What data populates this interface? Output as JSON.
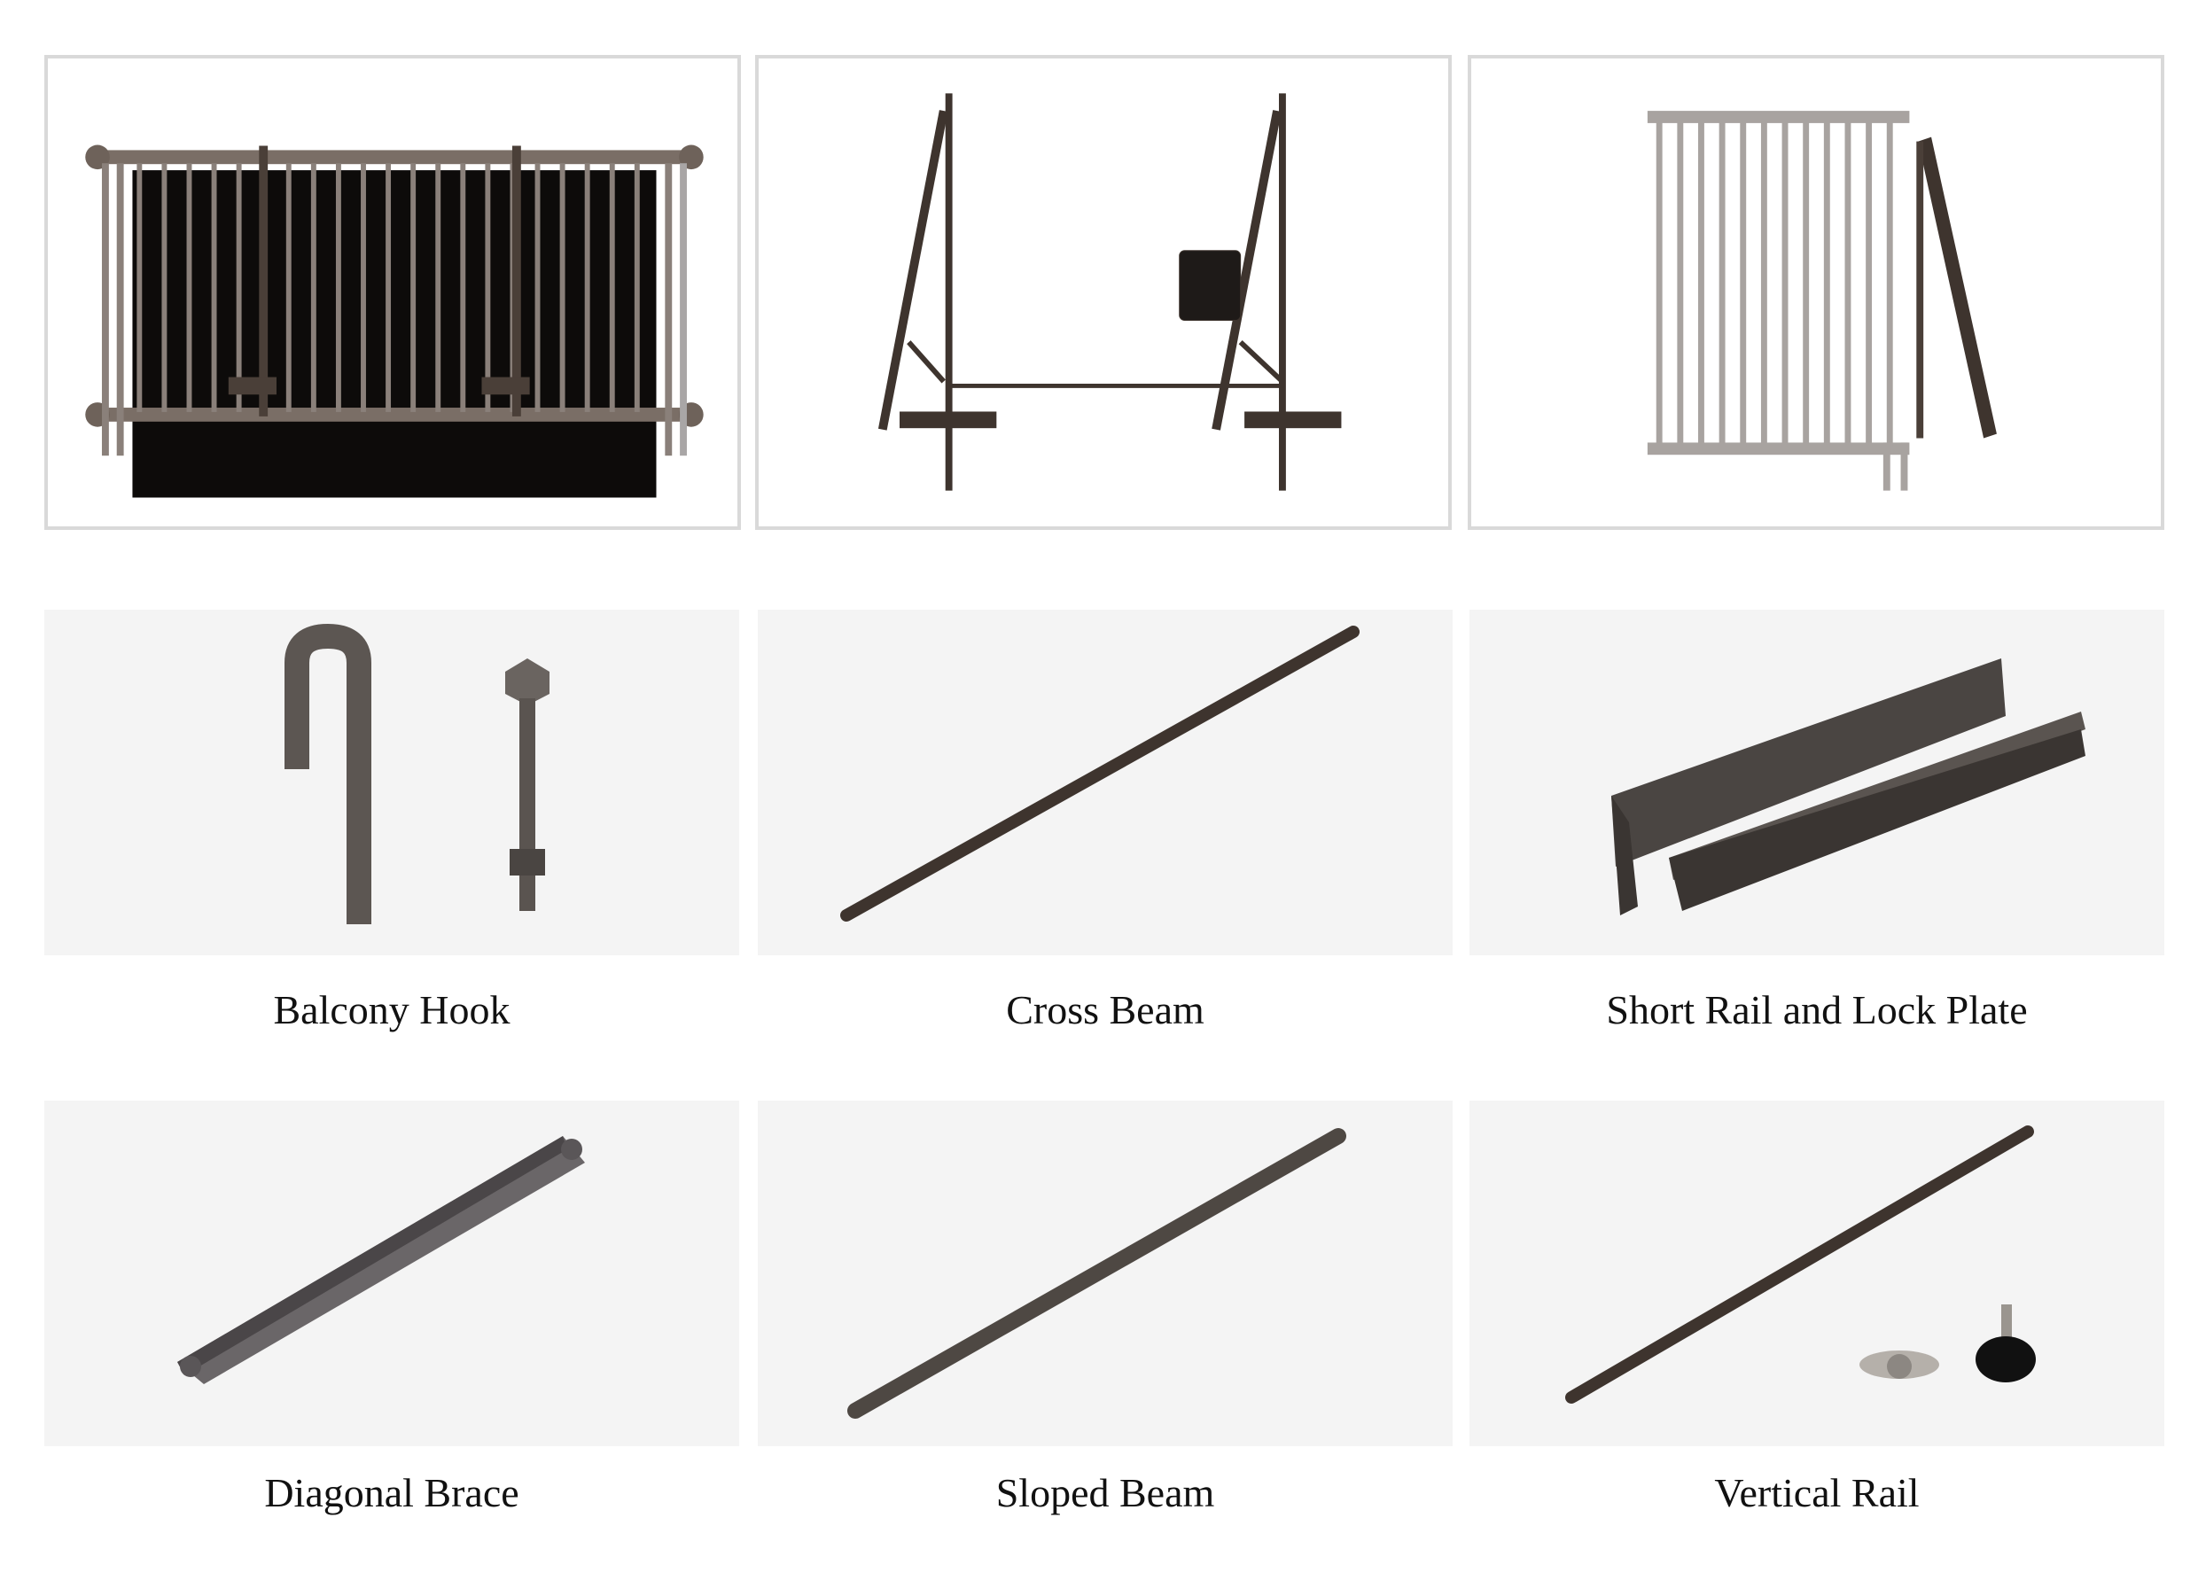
{
  "colors": {
    "frame": "#7a6e66",
    "dark_brown": "#3e342e",
    "panel_bg": "#f4f4f4",
    "box_border": "#d9d9d9",
    "grey_rail": "#a8a3a0",
    "board": "#0d0b0a"
  },
  "top_views": [
    {
      "name": "assembled-railing-front"
    },
    {
      "name": "bracket-frame-side"
    },
    {
      "name": "railing-folded-side"
    }
  ],
  "parts": [
    {
      "label": "Balcony Hook",
      "icon": "hook-and-bolt"
    },
    {
      "label": "Cross Beam",
      "icon": "long-bar"
    },
    {
      "label": "Short Rail and Lock Plate",
      "icon": "rail-plate"
    },
    {
      "label": "Diagonal Brace",
      "icon": "brace"
    },
    {
      "label": "Sloped Beam",
      "icon": "long-bar"
    },
    {
      "label": "Vertical Rail",
      "icon": "rail-with-knobs"
    }
  ]
}
